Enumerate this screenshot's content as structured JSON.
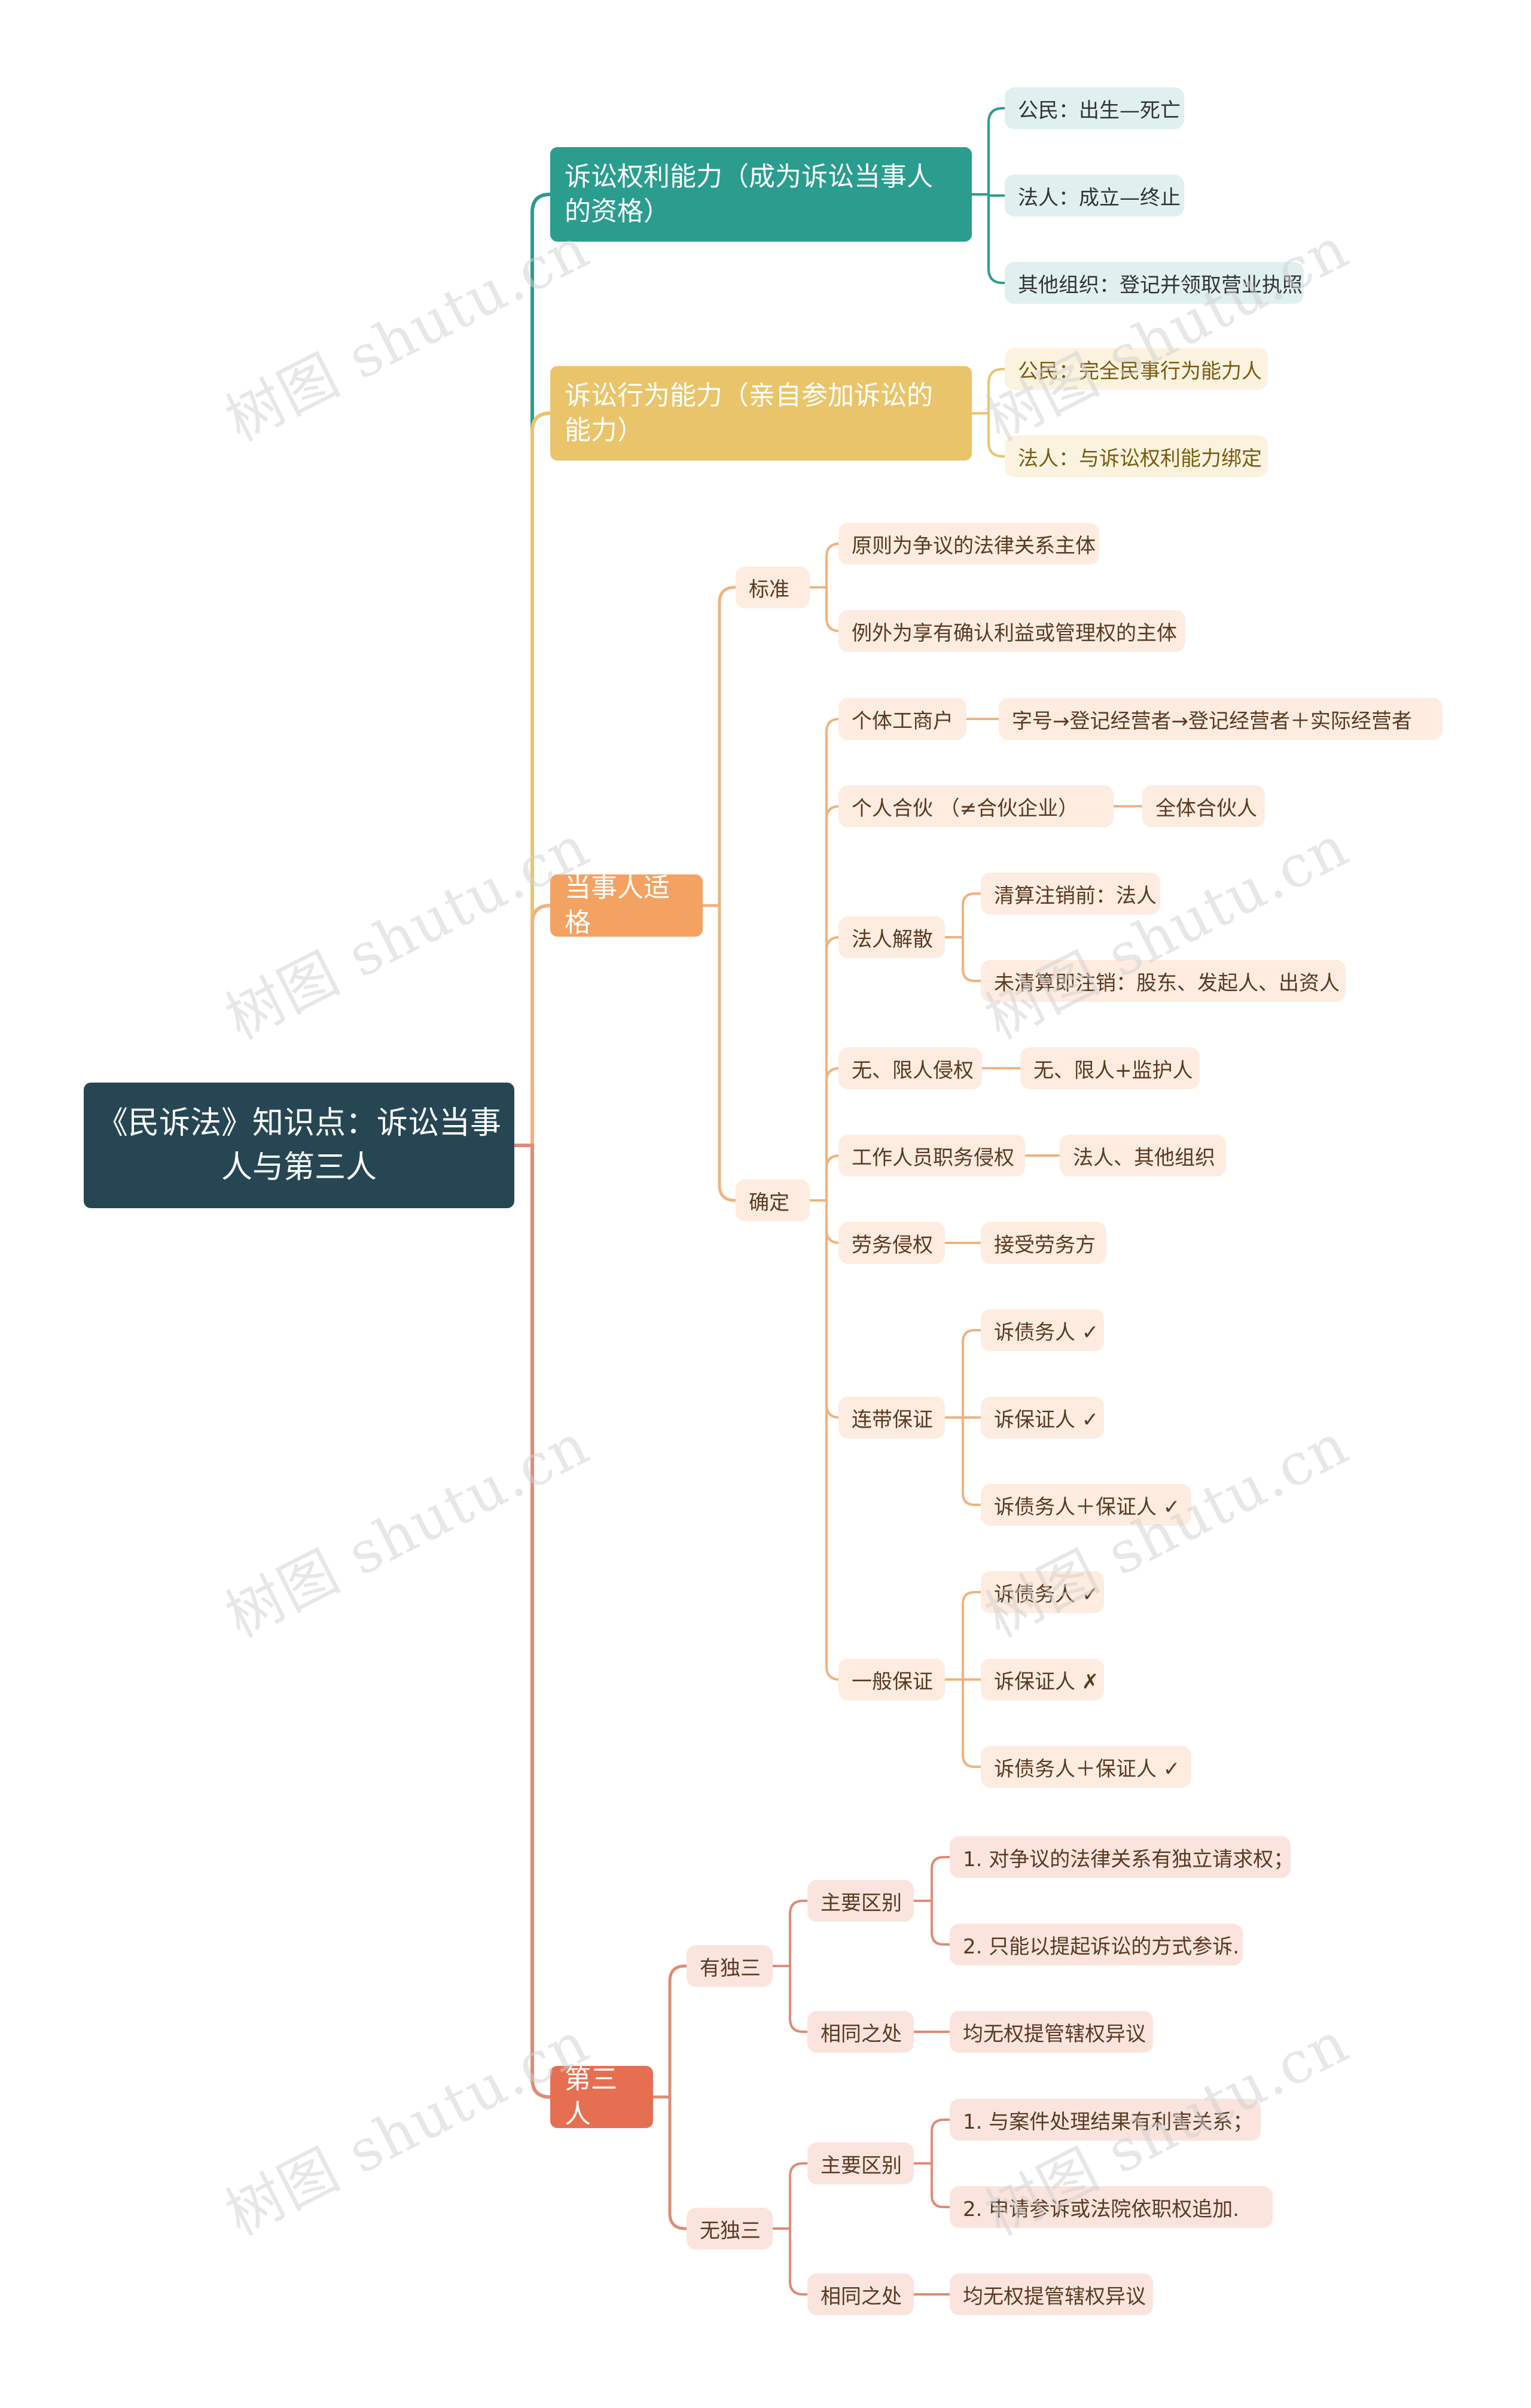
{
  "colors": {
    "root": "#264653",
    "teal": "#2a9d8f",
    "teal_light": "#e0f0ef",
    "gold": "#e9c46a",
    "gold_light": "#fbf3df",
    "orange": "#f4a261",
    "orange_line": "#f0b37e",
    "orange_light": "#fdecdf",
    "red": "#e76f51",
    "red_line": "#e08b74",
    "red_light": "#fbe4dd",
    "text_dark": "#333333",
    "text_brown": "#5a3a22",
    "text_gold": "#7a5a10"
  },
  "watermark": "树图 shutu.cn",
  "root": {
    "label": "《民诉法》知识点：诉讼当事人与第三人"
  },
  "branches": [
    {
      "label": "诉讼权利能力（成为诉讼当事人的资格）",
      "color": "teal",
      "children": [
        {
          "label": "公民：出生—死亡"
        },
        {
          "label": "法人：成立—终止"
        },
        {
          "label": "其他组织：登记并领取营业执照"
        }
      ]
    },
    {
      "label": "诉讼行为能力（亲自参加诉讼的能力）",
      "color": "gold",
      "children": [
        {
          "label": "公民：完全民事行为能力人"
        },
        {
          "label": "法人：与诉讼权利能力绑定"
        }
      ]
    },
    {
      "label": "当事人适格",
      "color": "orange",
      "children": [
        {
          "label": "标准",
          "children": [
            {
              "label": "原则为争议的法律关系主体"
            },
            {
              "label": "例外为享有确认利益或管理权的主体"
            }
          ]
        },
        {
          "label": "确定",
          "children": [
            {
              "label": "个体工商户",
              "children": [
                {
                  "label": "字号→登记经营者→登记经营者＋实际经营者"
                }
              ]
            },
            {
              "label": "个人合伙 （≠合伙企业）",
              "children": [
                {
                  "label": "全体合伙人"
                }
              ]
            },
            {
              "label": "法人解散",
              "children": [
                {
                  "label": "清算注销前：法人"
                },
                {
                  "label": "未清算即注销：股东、发起人、出资人"
                }
              ]
            },
            {
              "label": "无、限人侵权",
              "children": [
                {
                  "label": "无、限人+监护人"
                }
              ]
            },
            {
              "label": "工作人员职务侵权",
              "children": [
                {
                  "label": "法人、其他组织"
                }
              ]
            },
            {
              "label": "劳务侵权",
              "children": [
                {
                  "label": "接受劳务方"
                }
              ]
            },
            {
              "label": "连带保证",
              "children": [
                {
                  "label": "诉债务人 ✓"
                },
                {
                  "label": "诉保证人 ✓"
                },
                {
                  "label": "诉债务人＋保证人 ✓"
                }
              ]
            },
            {
              "label": "一般保证",
              "children": [
                {
                  "label": "诉债务人 ✓"
                },
                {
                  "label": "诉保证人 ✗"
                },
                {
                  "label": "诉债务人＋保证人 ✓"
                }
              ]
            }
          ]
        }
      ]
    },
    {
      "label": "第三人",
      "color": "red",
      "children": [
        {
          "label": "有独三",
          "children": [
            {
              "label": "主要区别",
              "children": [
                {
                  "label": "1. 对争议的法律关系有独立请求权；"
                },
                {
                  "label": "2. 只能以提起诉讼的方式参诉."
                }
              ]
            },
            {
              "label": "相同之处",
              "children": [
                {
                  "label": "均无权提管辖权异议"
                }
              ]
            }
          ]
        },
        {
          "label": "无独三",
          "children": [
            {
              "label": "主要区别",
              "children": [
                {
                  "label": "1. 与案件处理结果有利害关系；"
                },
                {
                  "label": "2. 申请参诉或法院依职权追加."
                }
              ]
            },
            {
              "label": "相同之处",
              "children": [
                {
                  "label": "均无权提管辖权异议"
                }
              ]
            }
          ]
        }
      ]
    }
  ]
}
